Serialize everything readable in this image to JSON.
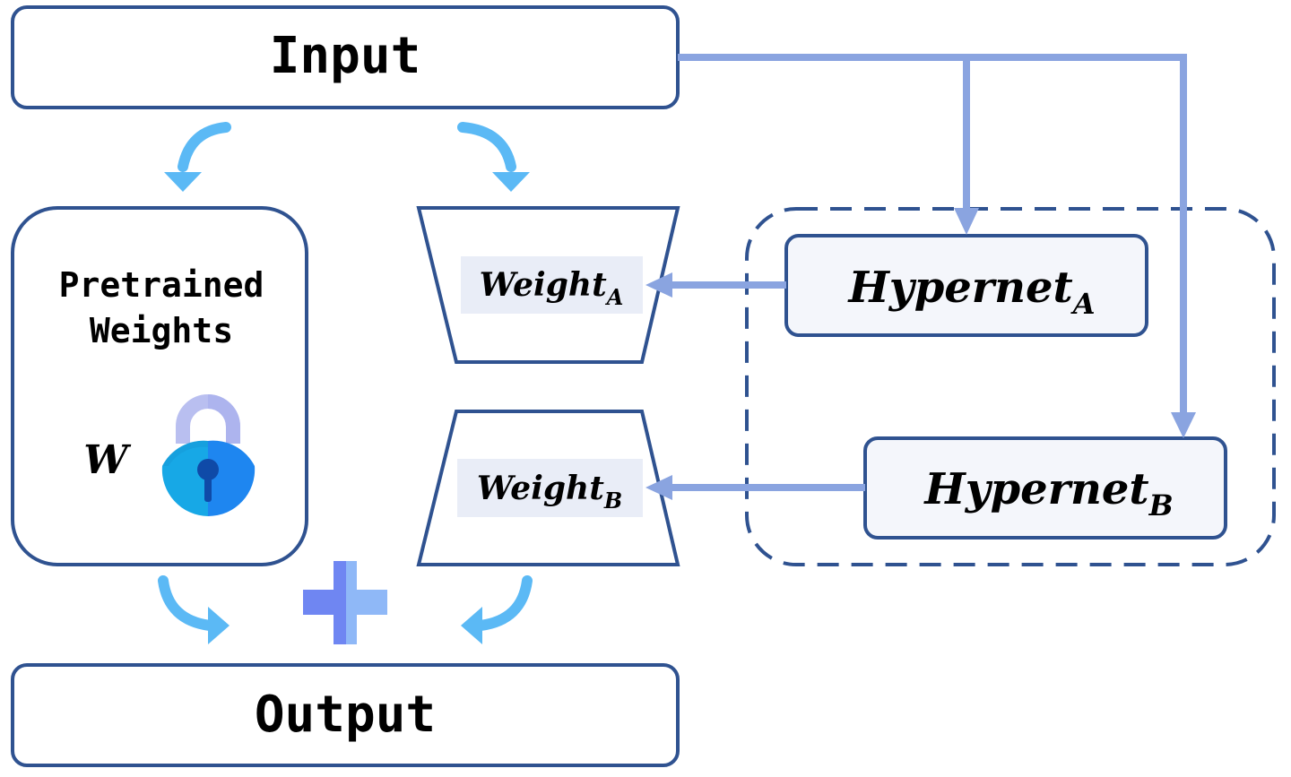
{
  "input": {
    "label": "Input"
  },
  "output": {
    "label": "Output"
  },
  "pretrained": {
    "title_line1": "Pretrained",
    "title_line2": "Weights",
    "symbol": "W",
    "icon": "lock-icon"
  },
  "weight_a": {
    "base": "Weight",
    "sub": "A"
  },
  "weight_b": {
    "base": "Weight",
    "sub": "B"
  },
  "hypernet_a": {
    "base": "Hypernet",
    "sub": "A"
  },
  "hypernet_b": {
    "base": "Hypernet",
    "sub": "B"
  },
  "plus_icon": "plus-icon",
  "colors": {
    "box_border": "#2f5290",
    "connector": "#8aa4e0",
    "curved_arrow": "#5bb9f5",
    "weight_label_bg": "#e9edf7",
    "hypernet_bg": "#f4f6fb",
    "lock_shackle": "#b9bff0",
    "lock_body_left": "#17a8e6",
    "lock_body_right": "#1e86f0",
    "plus_left": "#6f86f2",
    "plus_right": "#8fb8f7"
  }
}
